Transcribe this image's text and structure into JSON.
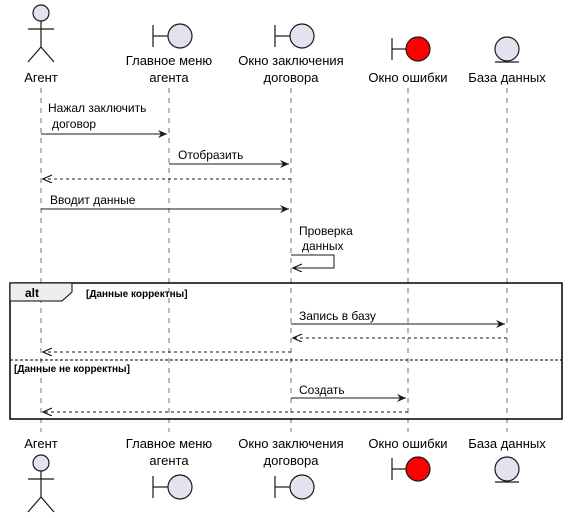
{
  "participants": {
    "agent": {
      "label": "Агент",
      "kind": "actor",
      "icon": "actor-icon"
    },
    "menu": {
      "label_line1": "Главное меню",
      "label_line2": "агента",
      "kind": "boundary",
      "icon": "boundary-icon"
    },
    "contract": {
      "label_line1": "Окно заключения",
      "label_line2": "договора",
      "kind": "boundary",
      "icon": "boundary-icon"
    },
    "error": {
      "label": "Окно ошибки",
      "kind": "boundary",
      "icon": "boundary-icon",
      "color": "#ff0000"
    },
    "db": {
      "label": "База данных",
      "kind": "entity",
      "icon": "entity-icon"
    }
  },
  "messages": {
    "m1": {
      "line1": "Нажал заключить",
      "line2": "договор",
      "from": "agent",
      "to": "menu"
    },
    "m2": {
      "text": "Отобразить",
      "from": "menu",
      "to": "contract"
    },
    "m3": {
      "from": "contract",
      "to": "agent",
      "style": "dashed-return"
    },
    "m4": {
      "text": "Вводит данные",
      "from": "agent",
      "to": "contract"
    },
    "m5": {
      "line1": "Проверка",
      "line2": "данных",
      "from": "contract",
      "to": "contract"
    },
    "m6": {
      "text": "Запись в базу",
      "from": "contract",
      "to": "db"
    },
    "m7": {
      "from": "db",
      "to": "contract",
      "style": "dashed-return"
    },
    "m8": {
      "from": "contract",
      "to": "agent",
      "style": "dashed-return"
    },
    "m9": {
      "text": "Создать",
      "from": "contract",
      "to": "error"
    },
    "m10": {
      "from": "error",
      "to": "agent",
      "style": "dashed-return"
    }
  },
  "alt": {
    "keyword": "alt",
    "guard1": "[Данные корректны]",
    "guard2": "[Данные не корректны]"
  },
  "colors": {
    "participant_fill": "#e2e2f0",
    "error_fill": "#ff0000",
    "line": "#181818",
    "lifeline": "#181818"
  }
}
